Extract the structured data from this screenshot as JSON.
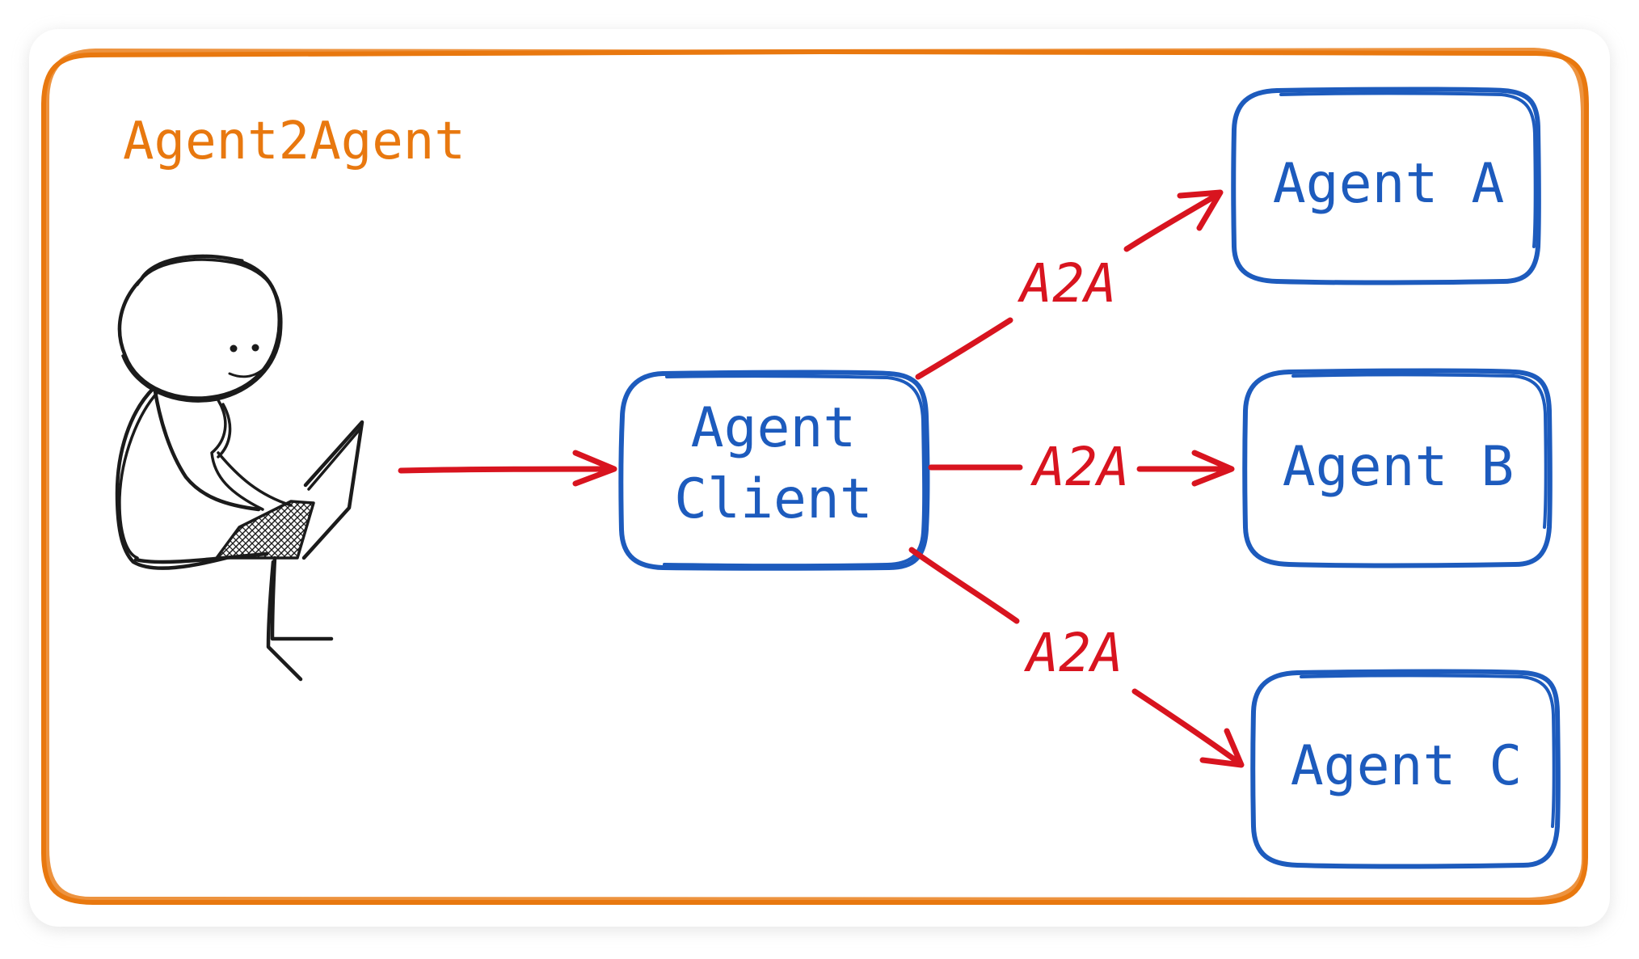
{
  "diagram": {
    "title": "Agent2Agent",
    "client": {
      "line1": "Agent",
      "line2": "Client"
    },
    "agents": [
      {
        "label": "Agent A"
      },
      {
        "label": "Agent B"
      },
      {
        "label": "Agent C"
      }
    ],
    "edges": [
      {
        "from": "user",
        "to": "client",
        "label": ""
      },
      {
        "from": "client",
        "to": "agent_a",
        "label": "A2A"
      },
      {
        "from": "client",
        "to": "agent_b",
        "label": "A2A"
      },
      {
        "from": "client",
        "to": "agent_c",
        "label": "A2A"
      }
    ]
  },
  "colors": {
    "frame_shadow": "#e6e6e6",
    "outer_border": "#e8780f",
    "title": "#e8780f",
    "node_border": "#1d5bbd",
    "node_text": "#1d5bbd",
    "edge": "#d8141f",
    "figure": "#1b1b1b"
  },
  "icons": {
    "user": "person-with-laptop-icon"
  }
}
